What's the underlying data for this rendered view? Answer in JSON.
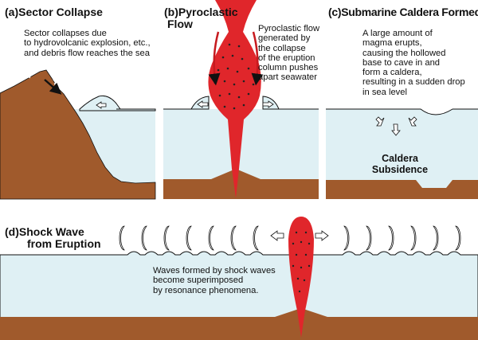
{
  "panel_a": {
    "title": "(a)Sector Collapse",
    "caption_lines": [
      "Sector collapses due",
      "to hydrovolcanic explosion, etc.,",
      "and debris flow reaches the sea"
    ]
  },
  "panel_b": {
    "title_line1": "(b)Pyroclastic",
    "title_line2": "Flow",
    "caption_lines": [
      "Pyroclastic flow",
      "generated by",
      "the collapse",
      "of the eruption",
      "column pushes",
      "apart seawater"
    ]
  },
  "panel_c": {
    "title": "(c)Submarine Caldera Formed",
    "caption_lines": [
      "A large amount of",
      "magma erupts,",
      "causing the hollowed",
      "base to cave in and",
      "form a caldera,",
      "resulting in a sudden drop",
      "in sea level"
    ],
    "label_line1": "Caldera",
    "label_line2": "Subsidence"
  },
  "panel_d": {
    "title_line1": "(d)Shock Wave",
    "title_line2": "from Eruption",
    "caption_lines": [
      "Waves formed by shock waves",
      "become superimposed",
      "by resonance phenomena."
    ]
  },
  "colors": {
    "earth": "#a05a2c",
    "sea": "#dff0f4",
    "magma": "#e0262b",
    "ink": "#111111"
  }
}
